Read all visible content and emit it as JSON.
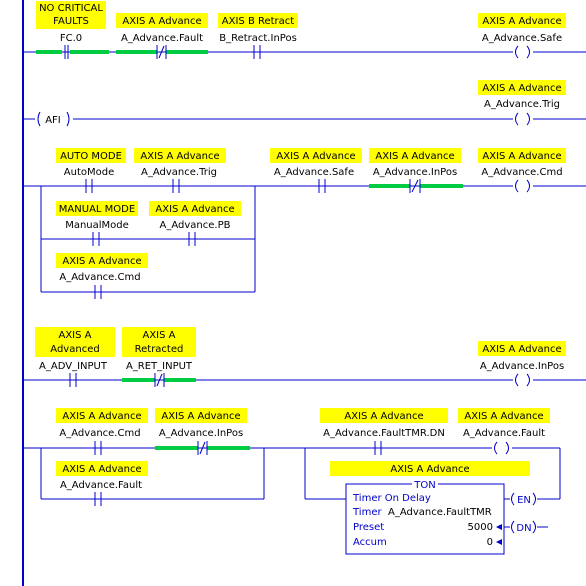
{
  "ladder": {
    "wire_color": "#0000cc",
    "energized_color": "#00cc44",
    "description_bg": "#ffff00",
    "rungs": [
      {
        "instructions": [
          {
            "kind": "XIC",
            "desc_lines": [
              "NO CRITICAL",
              "FAULTS"
            ],
            "tag": "FC.0",
            "energized": true
          },
          {
            "kind": "XIO",
            "desc_lines": [
              "AXIS A Advance"
            ],
            "tag": "A_Advance.Fault",
            "energized": true
          },
          {
            "kind": "XIC",
            "desc_lines": [
              "AXIS B Retract"
            ],
            "tag": "B_Retract.InPos",
            "energized": false
          },
          {
            "kind": "OTE",
            "desc_lines": [
              "AXIS A Advance"
            ],
            "tag": "A_Advance.Safe"
          }
        ]
      },
      {
        "instructions": [
          {
            "kind": "AFI",
            "label": "AFI"
          },
          {
            "kind": "OTE",
            "desc_lines": [
              "AXIS A Advance"
            ],
            "tag": "A_Advance.Trig"
          }
        ]
      },
      {
        "branches": [
          [
            {
              "kind": "XIC",
              "desc_lines": [
                "AUTO MODE"
              ],
              "tag": "AutoMode"
            },
            {
              "kind": "XIC",
              "desc_lines": [
                "AXIS A Advance"
              ],
              "tag": "A_Advance.Trig"
            }
          ],
          [
            {
              "kind": "XIC",
              "desc_lines": [
                "MANUAL MODE"
              ],
              "tag": "ManualMode"
            },
            {
              "kind": "XIC",
              "desc_lines": [
                "AXIS A Advance"
              ],
              "tag": "A_Advance.PB"
            }
          ],
          [
            {
              "kind": "XIC",
              "desc_lines": [
                "AXIS A Advance"
              ],
              "tag": "A_Advance.Cmd"
            }
          ]
        ],
        "instructions": [
          {
            "kind": "XIC",
            "desc_lines": [
              "AXIS A Advance"
            ],
            "tag": "A_Advance.Safe",
            "energized": false
          },
          {
            "kind": "XIO",
            "desc_lines": [
              "AXIS A Advance"
            ],
            "tag": "A_Advance.InPos",
            "energized": true
          },
          {
            "kind": "OTE",
            "desc_lines": [
              "AXIS A Advance"
            ],
            "tag": "A_Advance.Cmd"
          }
        ]
      },
      {
        "instructions": [
          {
            "kind": "XIC",
            "desc_lines": [
              "AXIS A",
              "Advanced"
            ],
            "tag": "A_ADV_INPUT",
            "energized": false
          },
          {
            "kind": "XIO",
            "desc_lines": [
              "AXIS A",
              "Retracted"
            ],
            "tag": "A_RET_INPUT",
            "energized": true
          },
          {
            "kind": "OTE",
            "desc_lines": [
              "AXIS A Advance"
            ],
            "tag": "A_Advance.InPos"
          }
        ]
      },
      {
        "branches": [
          [
            {
              "kind": "XIC",
              "desc_lines": [
                "AXIS A Advance"
              ],
              "tag": "A_Advance.Cmd",
              "energized": false
            },
            {
              "kind": "XIO",
              "desc_lines": [
                "AXIS A Advance"
              ],
              "tag": "A_Advance.InPos",
              "energized": true
            }
          ],
          [
            {
              "kind": "XIC",
              "desc_lines": [
                "AXIS A Advance"
              ],
              "tag": "A_Advance.Fault"
            }
          ]
        ],
        "instructions": [
          {
            "kind": "XIC",
            "desc_lines": [
              "AXIS A Advance"
            ],
            "tag": "A_Advance.FaultTMR.DN"
          },
          {
            "kind": "OTE",
            "desc_lines": [
              "AXIS A Advance"
            ],
            "tag": "A_Advance.Fault"
          }
        ],
        "timer": {
          "description": "AXIS A Advance",
          "mnemonic": "TON",
          "title": "Timer On Delay",
          "timer_label": "Timer",
          "timer_tag": "A_Advance.FaultTMR",
          "preset_label": "Preset",
          "preset_value": "5000",
          "accum_label": "Accum",
          "accum_value": "0",
          "en_label": "EN",
          "dn_label": "DN"
        }
      }
    ]
  }
}
